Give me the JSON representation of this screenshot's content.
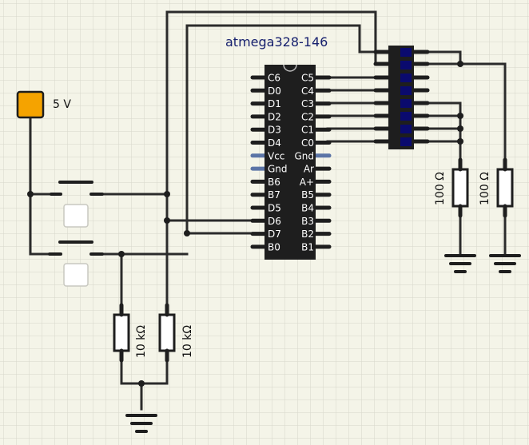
{
  "chip": {
    "name": "atmega328-146",
    "left_pins": [
      "C6",
      "D0",
      "D1",
      "D2",
      "D3",
      "D4",
      "Vcc",
      "Gnd",
      "B6",
      "B7",
      "D5",
      "D6",
      "D7",
      "B0"
    ],
    "right_pins": [
      "C5",
      "C4",
      "C3",
      "C2",
      "C1",
      "C0",
      "Gnd",
      "Ar",
      "A+",
      "B5",
      "B4",
      "B3",
      "B2",
      "B1"
    ]
  },
  "power": {
    "label": "5 V"
  },
  "resistors": {
    "r1": "100 Ω",
    "r2": "100 Ω",
    "r3": "10 kΩ",
    "r4": "10 kΩ"
  },
  "colors": {
    "background": "#f4f4e8",
    "grid": "#d8d8cc",
    "wire": "#2b2b2b",
    "chip_body": "#1e1e1e",
    "power_source": "#f5a300",
    "led_segment": "#0a0a6e",
    "pin_disabled": "#5b74a6",
    "chip_title": "#16206e"
  }
}
